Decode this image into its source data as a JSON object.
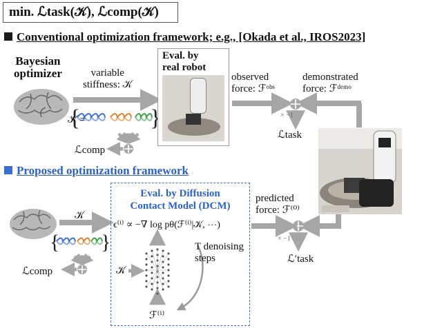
{
  "formula": "min. ℒtask(𝒦), ℒcomp(𝒦)",
  "conventional": {
    "heading": "Conventional optimization framework; e.g., [Okada et al., IROS2023]",
    "optimizer": "Bayesian\noptimizer",
    "variable_label": "variable\nstiffness: 𝒦",
    "eval_title": "Eval. by\nreal robot",
    "observed": "observed\nforce: ℱᵒᵇˢ",
    "demonstrated": "demonstrated\nforce: ℱᵈᵉᵐᵒ",
    "times_neg1": "× −1",
    "loss_task": "ℒtask",
    "k_eq": "𝒦 =",
    "loss_comp": "ℒcomp"
  },
  "proposed": {
    "heading": "Proposed optimization framework",
    "k_label": "𝒦",
    "eval_title": "Eval. by Diffusion\nContact Model (DCM)",
    "eps_eq": "ϵ⁽ⁱ⁾ ∝ −∇ log pθ(ℱ⁽ⁱ⁾|𝒦, ⋯)",
    "denoise": "T denoising\nsteps",
    "k_in": "𝒦",
    "f_i": "ℱ⁽ⁱ⁾",
    "predicted": "predicted\nforce: ℱ⁽⁰⁾",
    "times_neg1": "× −1",
    "loss_task": "ℒ′task",
    "loss_comp": "ℒcomp"
  },
  "colors": {
    "arrow": "#a6a6a6",
    "blue": "#2a62c9",
    "spring_blue": "#3a6fd0",
    "spring_orange": "#e0802a",
    "spring_green": "#3aa04a",
    "square_black": "#1a1a1a",
    "square_blue": "#3a6fd0"
  },
  "icons": [
    "brain-icon",
    "spring-icon",
    "robot-photo",
    "neural-net-icon",
    "plus-circle-icon"
  ]
}
